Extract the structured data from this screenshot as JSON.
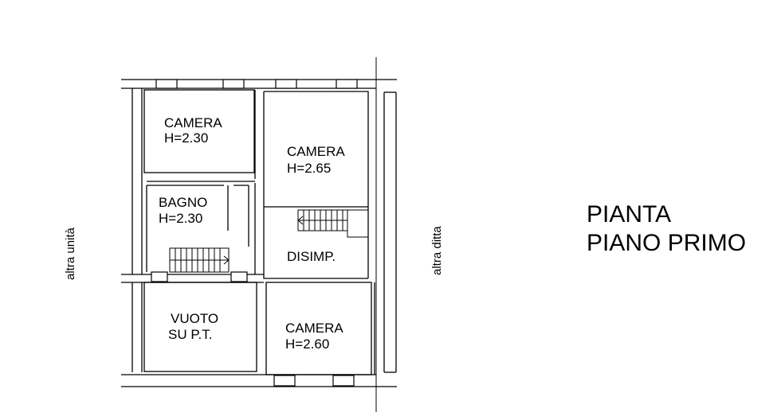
{
  "rooms": {
    "camera_top_left": {
      "name": "CAMERA",
      "height": "H=2.30"
    },
    "camera_top_right": {
      "name": "CAMERA",
      "height": "H=2.65"
    },
    "bagno": {
      "name": "BAGNO",
      "height": "H=2.30"
    },
    "disimpegno": {
      "name": "DISIMP."
    },
    "vuoto": {
      "line1": "VUOTO",
      "line2": "SU P.T."
    },
    "camera_bottom_right": {
      "name": "CAMERA",
      "height": "H=2.60"
    }
  },
  "side_labels": {
    "left": "altra unità",
    "right": "altra ditta"
  },
  "title": {
    "line1": "PIANTA",
    "line2": "PIANO PRIMO"
  }
}
